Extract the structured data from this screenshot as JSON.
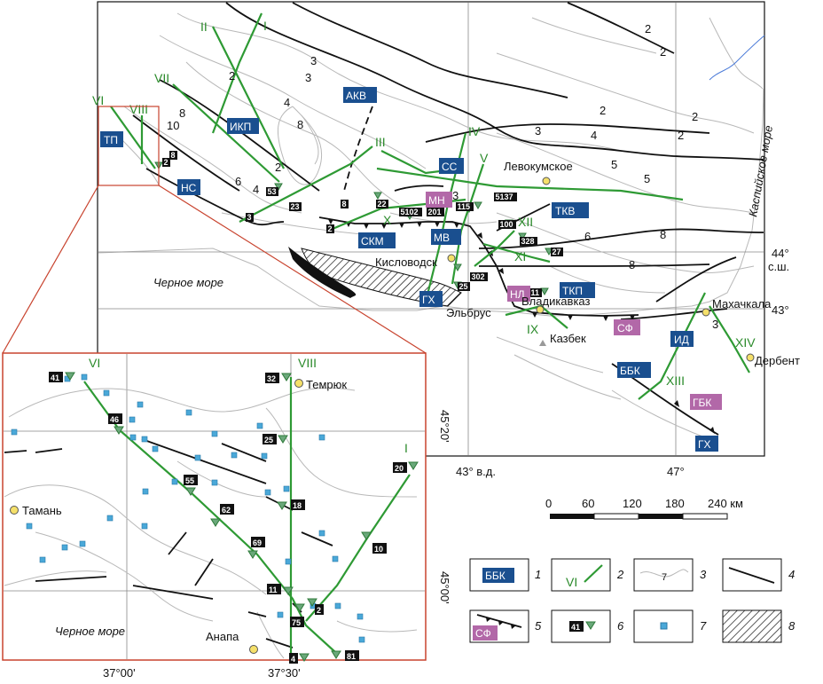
{
  "colors": {
    "profile": "#2e9a34",
    "blue_badge": "#1a4f8f",
    "pink_badge": "#b268a8",
    "station_fill": "#6aa87a",
    "dot": "#4aa8d8",
    "inset_frame": "#c8432e",
    "city": "#f5e06a"
  },
  "main_map": {
    "coord_labels": {
      "lat44": "44°",
      "lat44_unit": "с.ш.",
      "lat43": "43°",
      "lon43": "43° в.д.",
      "lon47": "47°"
    },
    "sea_labels": {
      "black_sea": "Черное море",
      "caspian_sea": "Каспийское море"
    },
    "cities": {
      "levokumskoe": "Левокумское",
      "kislovodsk": "Кисловодск",
      "vladikavkaz": "Владикавказ",
      "elbrus": "Эльбрус",
      "kazbek": "Казбек",
      "makhachkala": "Махачкала",
      "derbent": "Дербент"
    },
    "blue_badges": [
      "ТП",
      "НС",
      "ИКП",
      "АКВ",
      "СС",
      "СКМ",
      "МВ",
      "ТКВ",
      "ГХ",
      "ТКП",
      "ИД",
      "ББК",
      "ГХ"
    ],
    "pink_badges": [
      "МН",
      "НЛ",
      "СФ",
      "ГБК"
    ],
    "profiles": [
      "I",
      "II",
      "III",
      "IV",
      "V",
      "VI",
      "VII",
      "VIII",
      "IX",
      "X",
      "XI",
      "XII",
      "XIII",
      "XIV"
    ],
    "contour_labels": [
      "2",
      "3",
      "2",
      "2",
      "2",
      "2",
      "8",
      "10",
      "4",
      "8",
      "2",
      "6",
      "4",
      "2",
      "4",
      "3",
      "3",
      "4",
      "5",
      "5",
      "6",
      "8",
      "8",
      "3",
      "2",
      "2",
      "3"
    ],
    "stations": [
      "2",
      "8",
      "53",
      "3",
      "23",
      "8",
      "2",
      "22",
      "5102",
      "201",
      "115",
      "5137",
      "100",
      "328",
      "302",
      "25",
      "11",
      "27"
    ]
  },
  "inset": {
    "profiles": [
      "VI",
      "VIII",
      "I"
    ],
    "stations": [
      "41",
      "46",
      "55",
      "62",
      "69",
      "32",
      "25",
      "18",
      "11",
      "75",
      "4",
      "20",
      "10",
      "2",
      "81"
    ],
    "cities": {
      "temryuk": "Темрюк",
      "taman": "Тамань",
      "anapa": "Анапа"
    },
    "sea_label": "Черное море",
    "coord_labels": {
      "lat_20": "45°20'",
      "lat_00": "45°00'",
      "lon_00": "37°00'",
      "lon_30": "37°30'"
    }
  },
  "scale_bar": {
    "ticks": [
      "0",
      "60",
      "120",
      "180",
      "240 км"
    ]
  },
  "legend": [
    {
      "symbol": "ББК",
      "num": "1"
    },
    {
      "symbol": "VI",
      "num": "2"
    },
    {
      "symbol": "7",
      "num": "3"
    },
    {
      "symbol": "",
      "num": "4"
    },
    {
      "symbol": "СФ",
      "num": "5"
    },
    {
      "symbol": "41",
      "num": "6"
    },
    {
      "symbol": "",
      "num": "7"
    },
    {
      "symbol": "",
      "num": "8"
    }
  ]
}
